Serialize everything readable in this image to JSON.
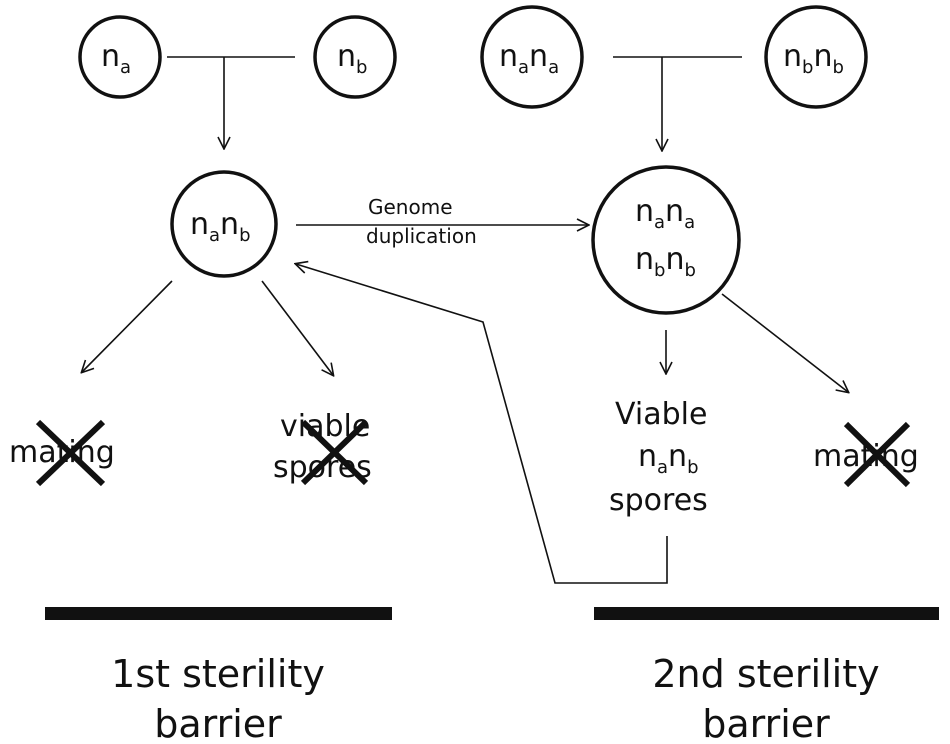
{
  "nodes": {
    "na": {
      "base": "n",
      "sub": "a"
    },
    "nb": {
      "base": "n",
      "sub": "b"
    },
    "nana": [
      {
        "base": "n",
        "sub": "a"
      },
      {
        "base": "n",
        "sub": "a"
      }
    ],
    "nbnb": [
      {
        "base": "n",
        "sub": "b"
      },
      {
        "base": "n",
        "sub": "b"
      }
    ],
    "hybrid": [
      {
        "base": "n",
        "sub": "a"
      },
      {
        "base": "n",
        "sub": "b"
      }
    ],
    "tetraploid": {
      "line1": [
        {
          "base": "n",
          "sub": "a"
        },
        {
          "base": "n",
          "sub": "a"
        }
      ],
      "line2": [
        {
          "base": "n",
          "sub": "b"
        },
        {
          "base": "n",
          "sub": "b"
        }
      ]
    }
  },
  "arrow_labels": {
    "genome_line1": "Genome",
    "genome_line2": "duplication"
  },
  "outcomes": {
    "left_mating": "mating",
    "left_viable_line1": "viable",
    "left_viable_line2": "spores",
    "right_viable_line1": "Viable",
    "right_viable_spores": "spores",
    "right_viable_genotype": [
      {
        "base": "n",
        "sub": "a"
      },
      {
        "base": "n",
        "sub": "b"
      }
    ],
    "right_mating": "mating"
  },
  "barriers": {
    "first_line1": "1st sterility",
    "first_line2": "barrier",
    "second_line1": "2nd sterility",
    "second_line2": "barrier"
  },
  "colors": {
    "ink": "#111111",
    "background": "#ffffff"
  }
}
